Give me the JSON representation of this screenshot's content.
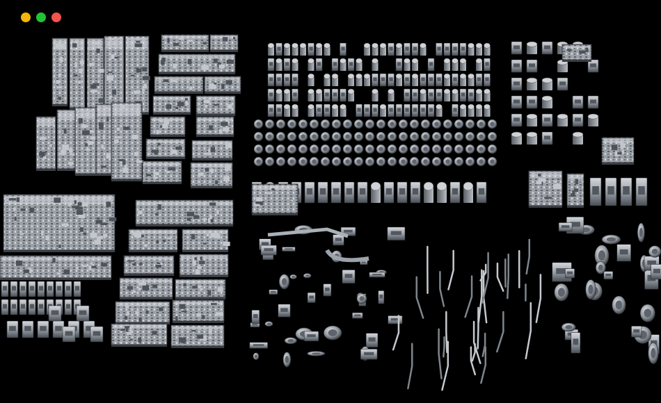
{
  "window": {
    "controls": [
      {
        "name": "minimize-button",
        "color": "#f5b50a"
      },
      {
        "name": "maximize-button",
        "color": "#22c236"
      },
      {
        "name": "close-button",
        "color": "#f2544a"
      }
    ]
  },
  "image": {
    "background": "#000000",
    "panel_light": "#c9ccd1",
    "panel_mid": "#8f949b",
    "panel_dark": "#3f4349"
  }
}
